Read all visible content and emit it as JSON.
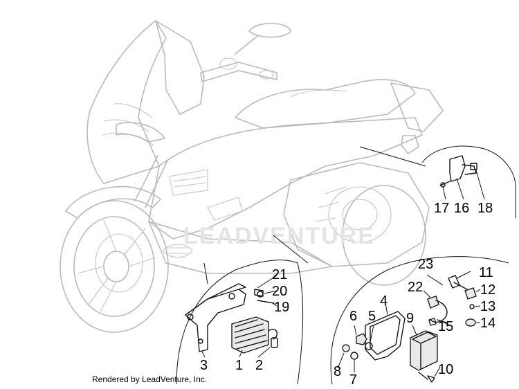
{
  "diagram": {
    "watermark_text": "LEADVENTURE",
    "credit": "Rendered by LeadVenture, Inc.",
    "callouts": {
      "c1": "1",
      "c2": "2",
      "c3": "3",
      "c4": "4",
      "c5": "5",
      "c6": "6",
      "c7": "7",
      "c8": "8",
      "c9": "9",
      "c10": "10",
      "c11": "11",
      "c12": "12",
      "c13": "13",
      "c14": "14",
      "c15": "15",
      "c16": "16",
      "c17": "17",
      "c18": "18",
      "c19": "19",
      "c20": "20",
      "c21": "21",
      "c22": "22",
      "c23": "23"
    }
  }
}
